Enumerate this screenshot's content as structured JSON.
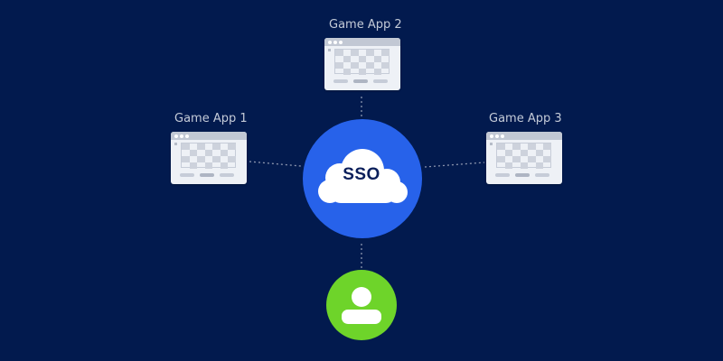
{
  "hub": {
    "label": "SSO"
  },
  "apps": [
    {
      "label": "Game App 1"
    },
    {
      "label": "Game App 2"
    },
    {
      "label": "Game App 3"
    }
  ],
  "colors": {
    "background": "#021a4e",
    "hub": "#2762ea",
    "user": "#6ed42a",
    "window": "#eef1f6",
    "connector": "#8a94ad"
  },
  "icons": {
    "hub": "cloud-icon",
    "user": "user-icon",
    "app": "app-window-icon"
  }
}
